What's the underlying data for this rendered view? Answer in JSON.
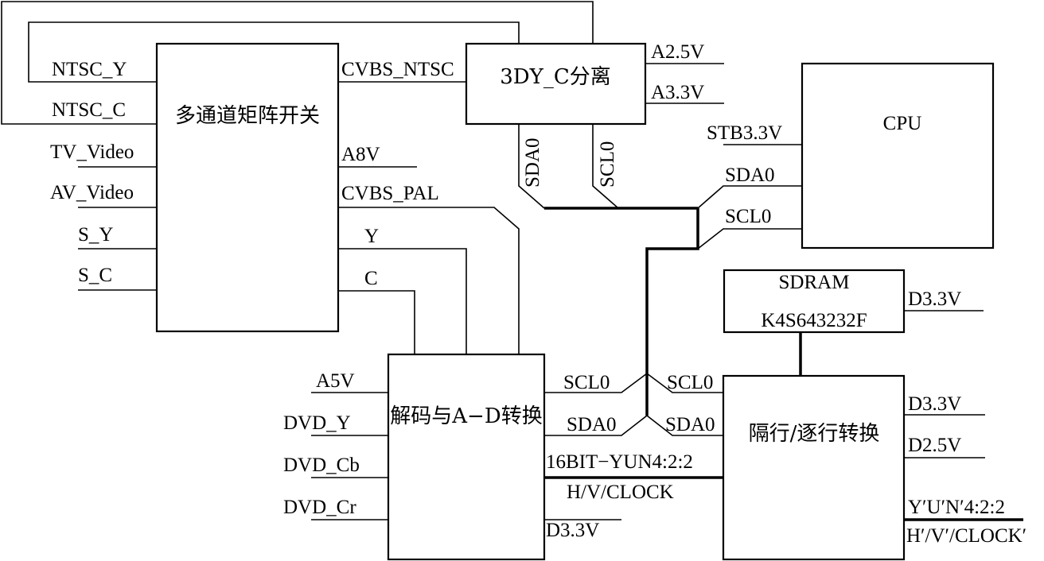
{
  "blocks": {
    "matrix_switch": "多通道矩阵开关",
    "comb_filter": "3DY_C分离",
    "cpu": "CPU",
    "sdram_name": "SDRAM",
    "sdram_part": "K4S643232F",
    "decoder": "解码与A−D转换",
    "deinterlacer": "隔行/逐行转换"
  },
  "signals": {
    "ntsc_y": "NTSC_Y",
    "ntsc_c": "NTSC_C",
    "tv_video": "TV_Video",
    "av_video": "AV_Video",
    "s_y": "S_Y",
    "s_c": "S_C",
    "cvbs_ntsc": "CVBS_NTSC",
    "a8v": "A8V",
    "cvbs_pal": "CVBS_PAL",
    "y": "Y",
    "c": "C",
    "a2_5v": "A2.5V",
    "a3_3v": "A3.3V",
    "sda0_comb": "SDA0",
    "scl0_comb": "SCL0",
    "stb3_3v": "STB3.3V",
    "sda0_cpu": "SDA0",
    "scl0_cpu": "SCL0",
    "d3_3v_sdram": "D3.3V",
    "a5v": "A5V",
    "dvd_y": "DVD_Y",
    "dvd_cb": "DVD_Cb",
    "dvd_cr": "DVD_Cr",
    "scl0_dec": "SCL0",
    "sda0_dec": "SDA0",
    "scl0_deint": "SCL0",
    "sda0_deint": "SDA0",
    "bus_16bit": "16BIT−YUN4:2:2",
    "hv_clock": "H/V/CLOCK",
    "d3_3v_dec": "D3.3V",
    "d3_3v_deint": "D3.3V",
    "d2_5v_deint": "D2.5V",
    "out_yuv": "Y′U′N′4:2:2",
    "out_hv_clock": "H′/V′/CLOCK′"
  }
}
